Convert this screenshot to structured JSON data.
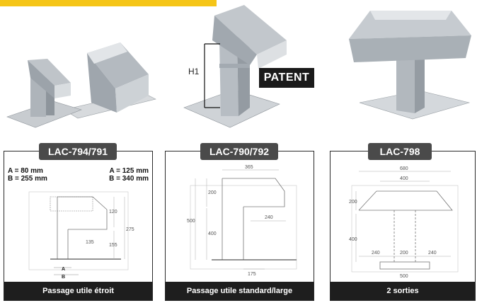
{
  "patent_badge": "PATENT",
  "h1_label": "H1",
  "products": [
    {
      "code": "LAC-794/791",
      "dims_left": [
        "A = 80 mm",
        "B = 255 mm"
      ],
      "dims_right": [
        "A = 125 mm",
        "B = 340 mm"
      ],
      "drawing_labels": {
        "d1": "120",
        "d2": "275",
        "d3": "155",
        "d4": "135",
        "a": "A",
        "b": "B"
      },
      "footer": "Passage utile étroit"
    },
    {
      "code": "LAC-790/792",
      "drawing_labels": {
        "top": "365",
        "side1": "200",
        "total": "500",
        "side2": "400",
        "right": "240",
        "bottom": "175"
      },
      "footer": "Passage utile standard/large"
    },
    {
      "code": "LAC-798",
      "drawing_labels": {
        "top": "680",
        "inner": "400",
        "side1": "200",
        "side2": "400",
        "b1": "240",
        "b2": "200",
        "b3": "240",
        "base": "500"
      },
      "footer": "2 sorties"
    }
  ]
}
